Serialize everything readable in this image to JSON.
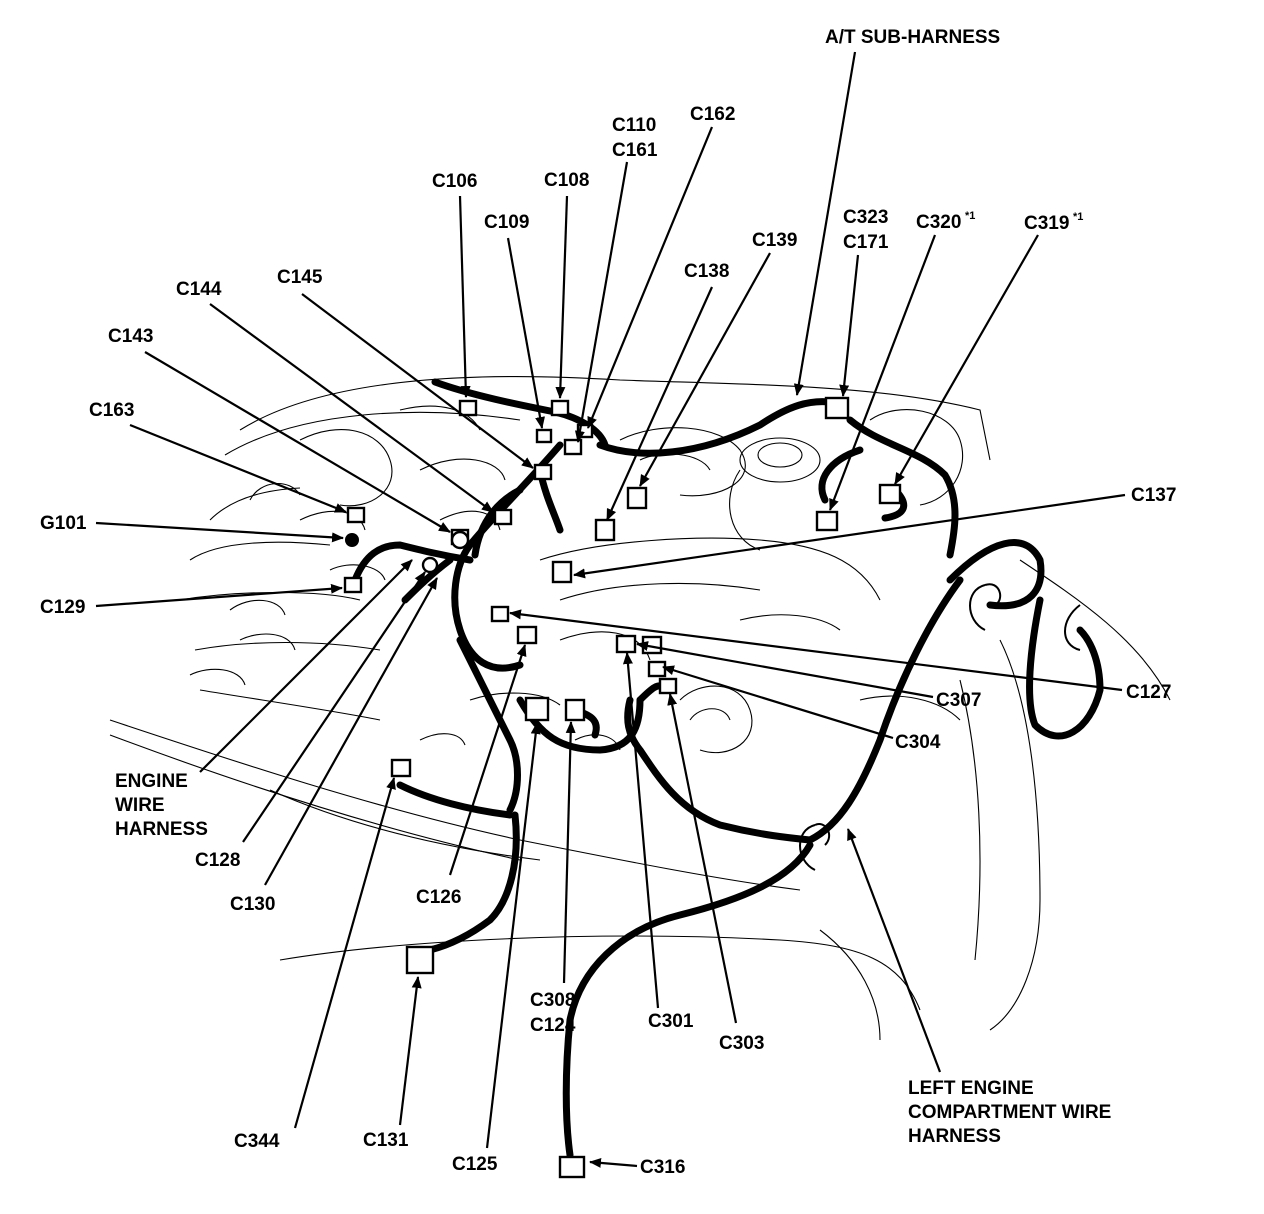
{
  "labels": {
    "at_sub_harness": "A/T SUB-HARNESS",
    "c110": "C110",
    "c161": "C161",
    "c162": "C162",
    "c106": "C106",
    "c108": "C108",
    "c109": "C109",
    "c139": "C139",
    "c138": "C138",
    "c323": "C323",
    "c171": "C171",
    "c320": "C320",
    "c320_note": "*1",
    "c319": "C319",
    "c319_note": "*1",
    "c145": "C145",
    "c144": "C144",
    "c143": "C143",
    "c163": "C163",
    "g101": "G101",
    "c137": "C137",
    "c129": "C129",
    "c307": "C307",
    "c127": "C127",
    "c304": "C304",
    "engine_wire_harness_1": "ENGINE",
    "engine_wire_harness_2": "WIRE",
    "engine_wire_harness_3": "HARNESS",
    "c128": "C128",
    "c130": "C130",
    "c126": "C126",
    "c308": "C308",
    "c124": "C124",
    "c301": "C301",
    "c303": "C303",
    "left_harness_1": "LEFT ENGINE",
    "left_harness_2": "COMPARTMENT WIRE",
    "left_harness_3": "HARNESS",
    "c344": "C344",
    "c131": "C131",
    "c125": "C125",
    "c316": "C316"
  }
}
